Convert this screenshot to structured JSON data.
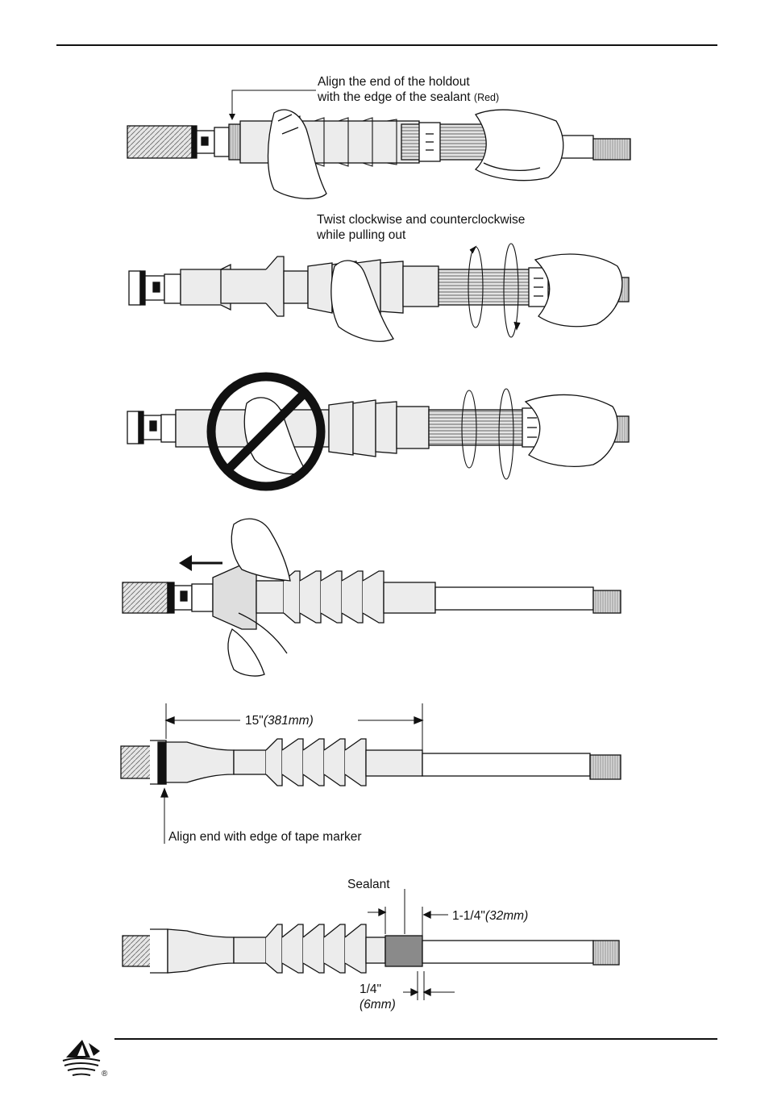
{
  "page": {
    "background": "#ffffff",
    "line_color": "#111111",
    "shade_color": "#cfcfcf",
    "sealant_color": "#8a8a8a",
    "registered_mark": "®"
  },
  "steps": {
    "step1": {
      "label_line1": "Align the end of the holdout",
      "label_line2": "with the edge of the sealant",
      "label_small": "(Red)"
    },
    "step2": {
      "label_line1": "Twist clockwise and counterclockwise",
      "label_line2": "while pulling out"
    },
    "step3": {
      "prohibited": "no-grip-on-sleeve-icon"
    },
    "step4": {
      "direction": "left-arrow-icon"
    },
    "step5": {
      "dim_value": "15\"",
      "dim_metric": "(381mm)",
      "label": "Align end with edge of tape marker"
    },
    "step6": {
      "sealant_label": "Sealant",
      "dim_a_value": "1-1/4\"",
      "dim_a_metric": "(32mm)",
      "dim_b_value": "1/4\"",
      "dim_b_metric": "(6mm)"
    }
  }
}
